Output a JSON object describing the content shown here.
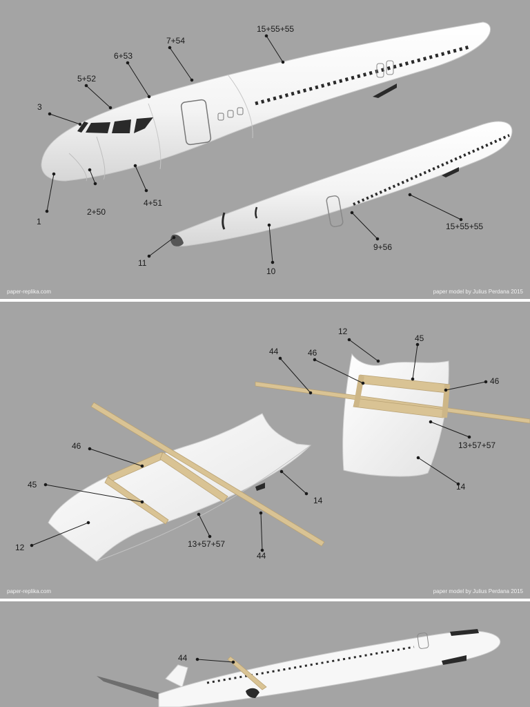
{
  "panels": [
    {
      "footer_left": "paper-replika.com",
      "footer_right": "paper model by Julius Perdana 2015",
      "labels": {
        "l1": "1",
        "l2_50": "2+50",
        "l3": "3",
        "l4_51": "4+51",
        "l5_52": "5+52",
        "l6_53": "6+53",
        "l7_54": "7+54",
        "l15_top": "15+55+55",
        "l9_56": "9+56",
        "l10": "10",
        "l11": "11",
        "l15_bottom": "15+55+55"
      }
    },
    {
      "footer_left": "paper-replika.com",
      "footer_right": "paper model by Julius Perdana 2015",
      "labels": {
        "l12_right": "12",
        "l44_right": "44",
        "l46_right_a": "46",
        "l45_right": "45",
        "l46_right_b": "46",
        "l13_right": "13+57+57",
        "l14_right": "14",
        "l46_left": "46",
        "l45_left": "45",
        "l12_left": "12",
        "l13_left": "13+57+57",
        "l44_left": "44",
        "l14_left": "14"
      }
    },
    {
      "labels": {
        "l44": "44"
      }
    }
  ],
  "colors": {
    "background": "#a4a4a4",
    "fuselage": "#f7f7f7",
    "wood": "#d9c394",
    "window": "#2a2a2a"
  }
}
